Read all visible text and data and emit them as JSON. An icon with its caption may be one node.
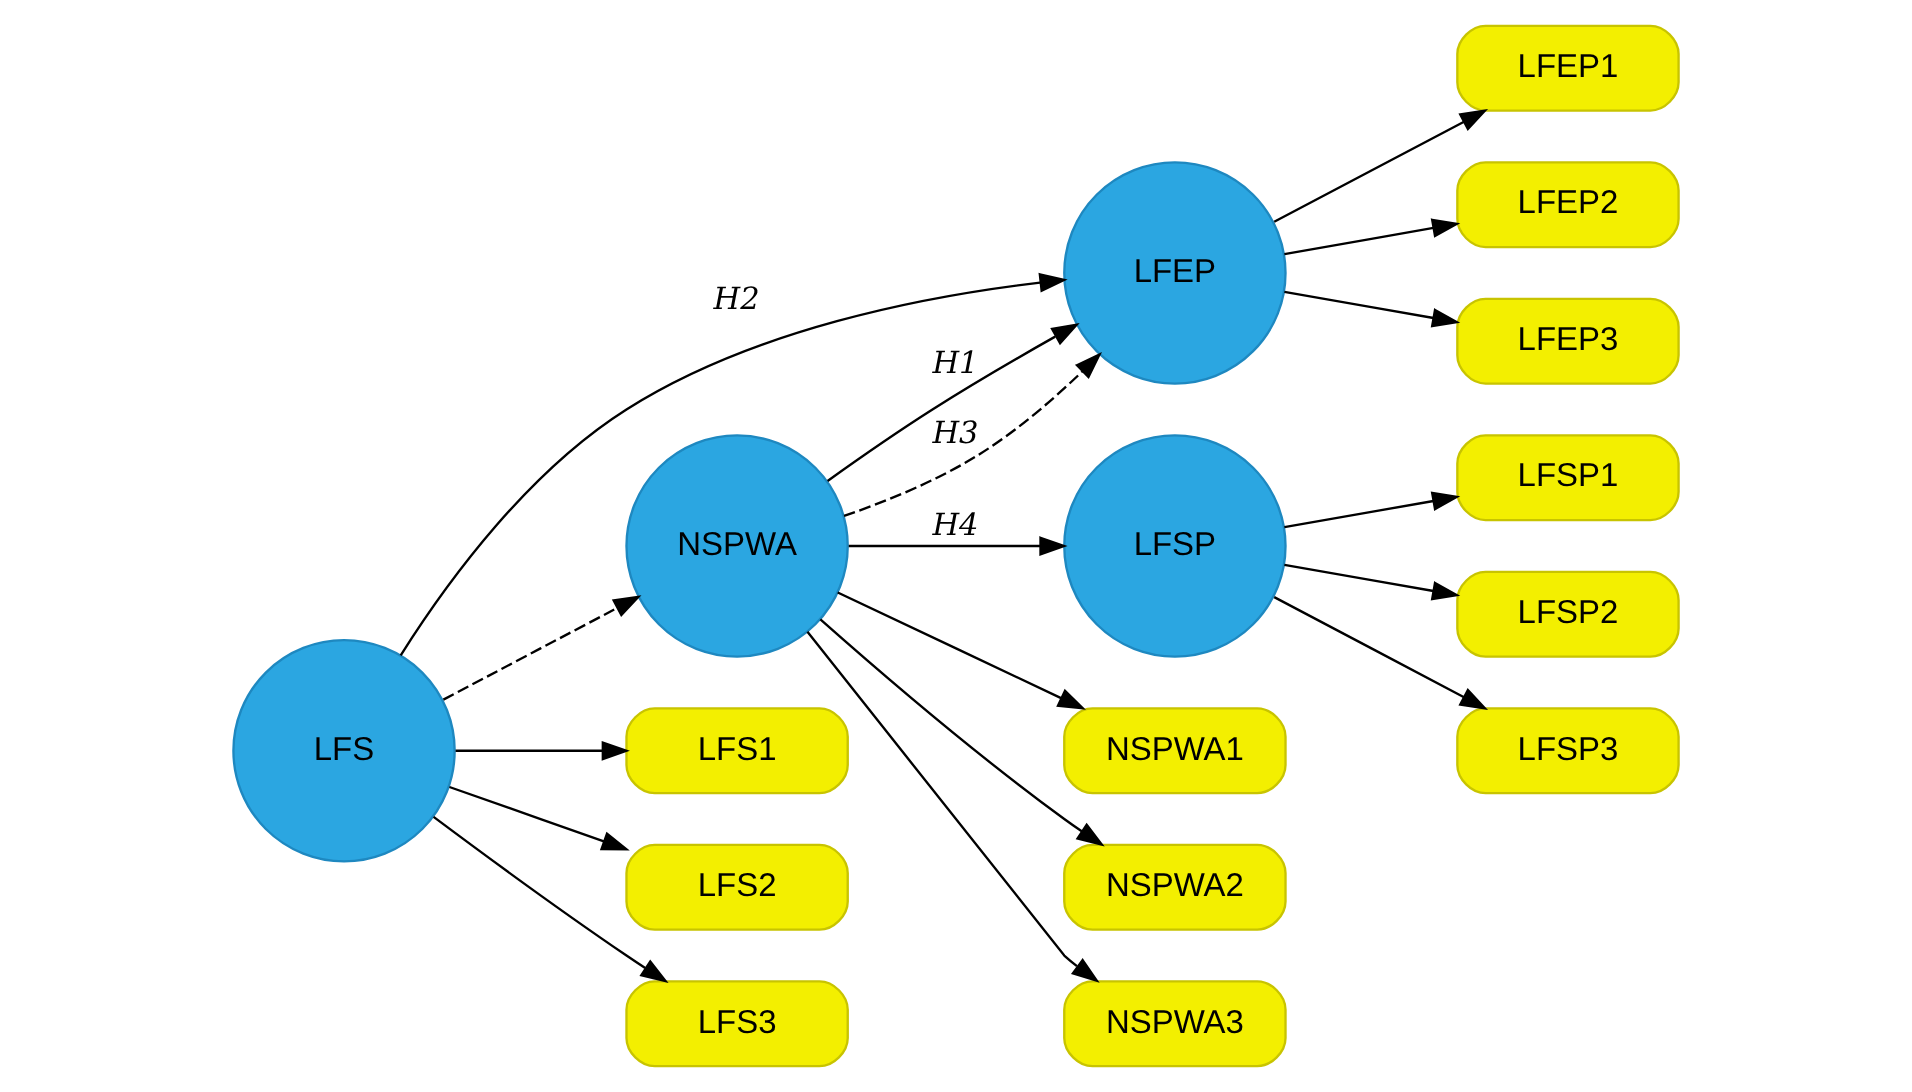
{
  "diagram": {
    "nodes": [
      {
        "text": [
          "NSPWA"
        ]
      },
      {
        "text": [
          "LFEP"
        ]
      },
      {
        "text": [
          "LFS"
        ]
      },
      {
        "text": [
          "LFSP"
        ]
      },
      {
        "text": [
          "NSPWA1"
        ]
      },
      {
        "text": [
          "NSPWA2"
        ]
      },
      {
        "text": [
          "NSPWA3"
        ]
      },
      {
        "text": [
          "LFEP1"
        ]
      },
      {
        "text": [
          "LFEP2"
        ]
      },
      {
        "text": [
          "LFEP3"
        ]
      },
      {
        "text": [
          "LFS1"
        ]
      },
      {
        "text": [
          "LFS2"
        ]
      },
      {
        "text": [
          "LFS3"
        ]
      },
      {
        "text": [
          "LFSP1"
        ]
      },
      {
        "text": [
          "LFSP2"
        ]
      },
      {
        "text": [
          "LFSP3"
        ]
      }
    ],
    "edges": [
      {
        "from": 0,
        "to": 1,
        "arrow": "to",
        "label": "H1"
      },
      {
        "from": 2,
        "to": 1,
        "arrow": "to",
        "label": "H2"
      },
      {
        "from": 0,
        "to": 1,
        "arrow": "to",
        "label": "H3",
        "style": "dashed"
      },
      {
        "from": 0,
        "to": 3,
        "arrow": "to",
        "label": "H4"
      },
      {
        "from": 2,
        "to": 0,
        "arrow": "to",
        "style": "dashed"
      },
      {
        "from": 0,
        "to": 4,
        "arrow": "to"
      },
      {
        "from": 0,
        "to": 5,
        "arrow": "to"
      },
      {
        "from": 0,
        "to": 6,
        "arrow": "to"
      },
      {
        "from": 1,
        "to": 7,
        "arrow": "to"
      },
      {
        "from": 1,
        "to": 8,
        "arrow": "to"
      },
      {
        "from": 1,
        "to": 9,
        "arrow": "to"
      },
      {
        "from": 2,
        "to": 10,
        "arrow": "to"
      },
      {
        "from": 2,
        "to": 11,
        "arrow": "to"
      },
      {
        "from": 2,
        "to": 12,
        "arrow": "to"
      },
      {
        "from": 3,
        "to": 13,
        "arrow": "to"
      },
      {
        "from": 3,
        "to": 14,
        "arrow": "to"
      },
      {
        "from": 3,
        "to": 15,
        "arrow": "to"
      }
    ]
  }
}
